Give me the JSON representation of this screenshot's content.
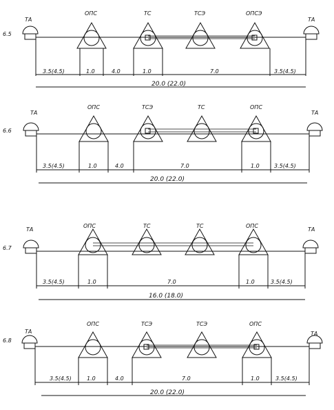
{
  "diagrams": [
    {
      "id": "6.5",
      "ends": {
        "left_label": "ТА",
        "right_label": "ТА"
      },
      "units": [
        "ОПС",
        "ТС",
        "ТСЭ",
        "ОПСЭ"
      ],
      "segments": [
        "3.5(4.5)",
        "1.0",
        "4.0",
        "1.0",
        "7.0",
        "3.5(4.5)"
      ],
      "total": "20.0 (22.0)"
    },
    {
      "id": "6.6",
      "ends": {
        "left_label": "ТА",
        "right_label": "ТА"
      },
      "units": [
        "ОПС",
        "ТСЭ",
        "ТС",
        "ОПС"
      ],
      "segments": [
        "3.5(4.5)",
        "1.0",
        "4.0",
        "7.0",
        "1.0",
        "3.5(4.5)"
      ],
      "total": "20.0 (22.0)"
    },
    {
      "id": "6.7",
      "ends": {
        "left_label": "ТА",
        "right_label": "ТА"
      },
      "units": [
        "ОПС",
        "ТС",
        "ТС",
        "ОПС"
      ],
      "segments": [
        "3.5(4.5)",
        "1.0",
        "7.0",
        "1.0",
        "3.5(4.5)"
      ],
      "total": "16.0 (18.0)"
    },
    {
      "id": "6.8",
      "ends": {
        "left_label": "ТА",
        "right_label": "ТА"
      },
      "units": [
        "ОПС",
        "ТСЭ",
        "ТСЭ",
        "ОПС"
      ],
      "segments": [
        "3.5(4.5)",
        "1.0",
        "4.0",
        "7.0",
        "1.0",
        "3.5(4.5)"
      ],
      "total": "20.0 (22.0)"
    }
  ]
}
